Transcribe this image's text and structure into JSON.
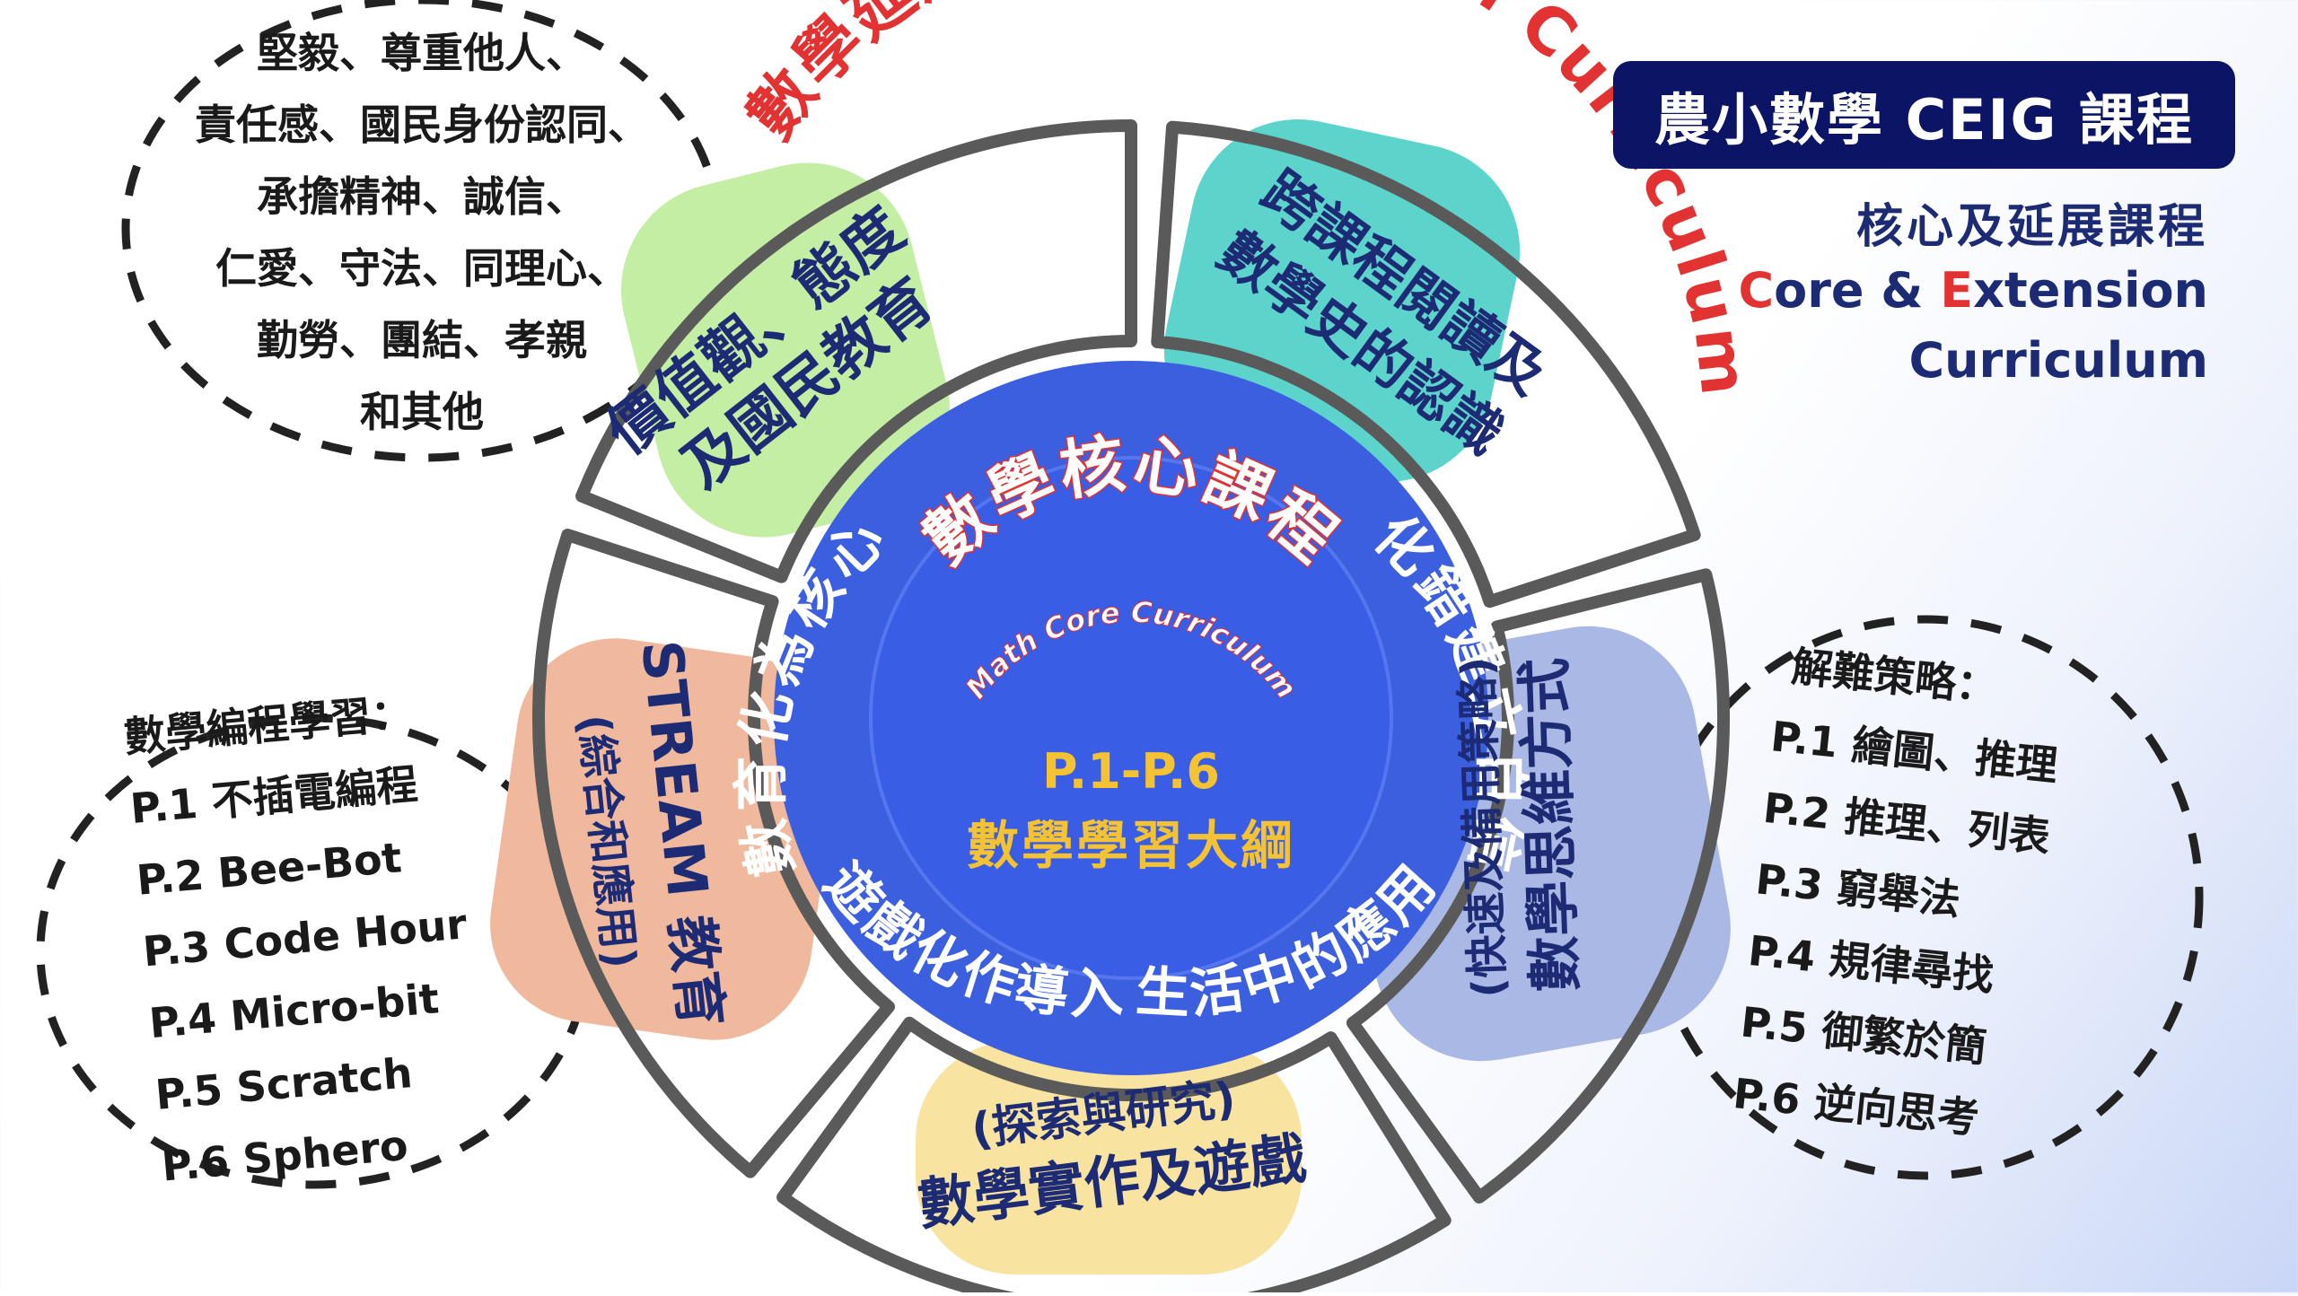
{
  "badge": {
    "title": "農小數學 CEIG 課程"
  },
  "side": {
    "line1": "核心及延展課程",
    "line2_c": "C",
    "line2_ore": "ore",
    "line2_amp": " & ",
    "line2_e": "E",
    "line2_xt": "xtension",
    "line3": "Curriculum"
  },
  "arc_title": {
    "chinese": "數學延展課程",
    "english": "Extension Curriculum"
  },
  "core": {
    "title": "數學核心課程",
    "subtitle": "Math Core Curriculum",
    "grades": "P.1-P.6",
    "outline": "數學學習大綱",
    "ring_left": "數育化為核心",
    "ring_right": "化錯建立自信",
    "ring_bottom_left": "遊戲化作導入",
    "ring_bottom_right": "生活中的應用"
  },
  "segments": {
    "values": {
      "line1": "價值觀、態度",
      "line2": "及國民教育"
    },
    "reading": {
      "line1": "跨課程閱讀及",
      "line2": "數學史的認識"
    },
    "thinking": {
      "line1": "(快速及備用策略)",
      "line2": "數學思維方式"
    },
    "practice": {
      "line1": "(探索與研究)",
      "line2": "數學實作及遊戲"
    },
    "stream": {
      "line1": "(綜合和應用)",
      "line2": "STREAM 教育"
    }
  },
  "bubbles": {
    "values": [
      "堅毅、尊重他人、",
      "責任感、國民身份認同、",
      "承擔精神、誠信、",
      "仁愛、守法、同理心、",
      "勤勞、團結、孝親",
      "和其他"
    ],
    "coding": {
      "title": "數學編程學習：",
      "items": [
        "P.1  不插電編程",
        "P.2  Bee-Bot",
        "P.3  Code  Hour",
        "P.4  Micro-bit",
        "P.5  Scratch",
        "P.6  Sphero"
      ]
    },
    "strategies": {
      "title": "解難策略：",
      "items": [
        "P.1  繪圖、推理",
        "P.2  推理、列表",
        "P.3  窮舉法",
        "P.4  規律尋找",
        "P.5  御繁於簡",
        "P.6  逆向思考"
      ]
    }
  },
  "colors": {
    "navy": "#0c1565",
    "text_navy": "#1d2b74",
    "red": "#e23232",
    "core_blue": "#3c5fe0",
    "core_ring_blue": "#2f52d6",
    "ring_stroke": "#5a5a5a",
    "green_blob": "#c4eea4",
    "teal_blob": "#5cd4cc",
    "blue_blob": "#a9b8e4",
    "peach_blob": "#f0b89c",
    "yellow_blob": "#f8e4a0",
    "gold_text": "#f5c331"
  }
}
